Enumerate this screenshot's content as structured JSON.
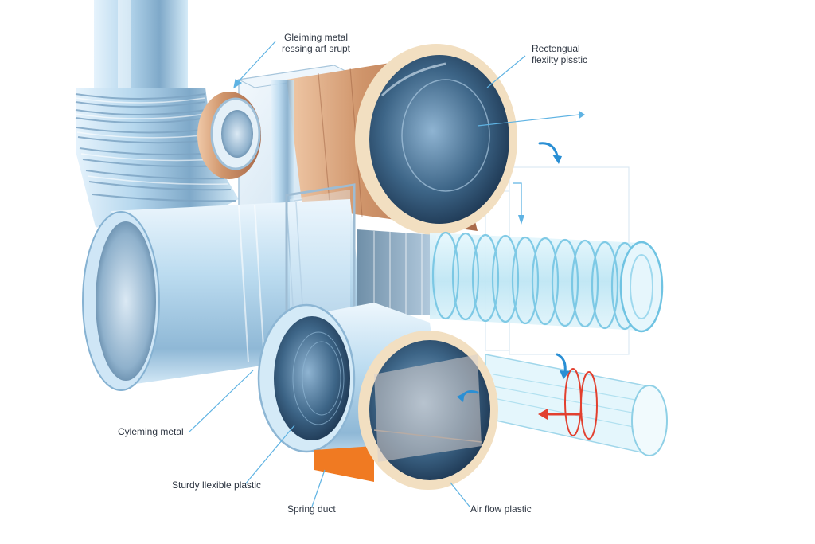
{
  "labels": {
    "top_metal": {
      "line1": "Gleiming metal",
      "line2": "ressing arf srupt"
    },
    "top_plastic": {
      "line1": "Rectengual",
      "line2": "flexilty plsstic"
    },
    "cyleming_metal": "Cyleming metal",
    "sturdy_flexible": "Sturdy llexible plastic",
    "spring_duct": "Spring duct",
    "air_flow": "Air flow plastic"
  },
  "colors": {
    "metal_light": "#dceefa",
    "metal_mid": "#a9cfe8",
    "metal_dark": "#5a86a8",
    "copper": "#c98a5e",
    "copper_light": "#e8b48c",
    "cream_rim": "#f3e3c8",
    "interior_dark": "#1f3a56",
    "plastic_clear": "#c9ecf7",
    "arrow_red": "#e2402f",
    "arrow_blue": "#2a8fd4",
    "accent_orange": "#f07a22",
    "leader_line": "#5fb3e3"
  }
}
